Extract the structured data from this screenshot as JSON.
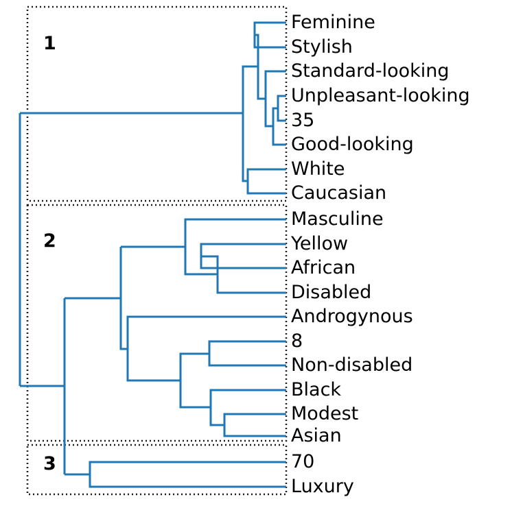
{
  "chart_data": {
    "type": "dendrogram",
    "title": "",
    "xlabel": "",
    "ylabel": "",
    "orientation": "horizontal-right-labels",
    "line_color": "#1f77b4",
    "box_color": "#1a1a1a",
    "leaf_labels": [
      "Feminine",
      "Stylish",
      "Standard-looking",
      "Unpleasant-looking",
      "35",
      "Good-looking",
      "White",
      "Caucasian",
      "Masculine",
      "Yellow",
      "African",
      "Disabled",
      "Androgynous",
      "8",
      "Non-disabled",
      "Black",
      "Modest",
      "Asian",
      "70",
      "Luxury"
    ],
    "clusters": [
      {
        "number": "1",
        "members": [
          "Feminine",
          "Stylish",
          "Standard-looking",
          "Unpleasant-looking",
          "35",
          "Good-looking",
          "White",
          "Caucasian"
        ]
      },
      {
        "number": "2",
        "members": [
          "Masculine",
          "Yellow",
          "African",
          "Disabled",
          "Androgynous",
          "8",
          "Non-disabled",
          "Black",
          "Modest",
          "Asian"
        ]
      },
      {
        "number": "3",
        "members": [
          "70",
          "Luxury"
        ]
      }
    ],
    "merges": [
      {
        "left": "Feminine",
        "right": "Stylish",
        "height": 0.1
      },
      {
        "left": "Unpleasant-looking",
        "right": "35",
        "height": 0.03
      },
      {
        "left": "merge-Unpleasant-35",
        "right": "Good-looking",
        "height": 0.06
      },
      {
        "left": "Standard-looking",
        "right": "merge-Unpleasant-35-Good",
        "height": 0.12
      },
      {
        "left": "merge-Feminine-Stylish",
        "right": "merge-Standard-group",
        "height": 0.16
      },
      {
        "left": "White",
        "right": "Caucasian",
        "height": 0.14
      },
      {
        "left": "merge-top-group",
        "right": "merge-White-Caucasian",
        "height": 0.2
      },
      {
        "left": "Yellow",
        "right": "African",
        "height": 0.14
      },
      {
        "left": "merge-Yellow-African",
        "right": "Disabled",
        "height": 0.18
      },
      {
        "left": "Masculine",
        "right": "merge-Yellow-African-Disabled",
        "height": 0.26
      },
      {
        "left": "8",
        "right": "Non-disabled",
        "height": 0.3
      },
      {
        "left": "Modest",
        "right": "Asian",
        "height": 0.13
      },
      {
        "left": "Black",
        "right": "merge-Modest-Asian",
        "height": 0.22
      },
      {
        "left": "merge-8-Nondisabled",
        "right": "merge-Black-Modest-Asian",
        "height": 0.36
      },
      {
        "left": "Androgynous",
        "right": "merge-lower-cluster2",
        "height": 0.42
      },
      {
        "left": "merge-Masculine-group",
        "right": "merge-Androgynous-group",
        "height": 0.5
      },
      {
        "left": "70",
        "right": "Luxury",
        "height": 0.4
      },
      {
        "left": "merge-cluster2",
        "right": "merge-cluster3",
        "height": 0.6
      },
      {
        "left": "merge-cluster1",
        "right": "merge-cluster2-3",
        "height": 0.78
      }
    ]
  },
  "labels": {
    "cluster_1": "1",
    "cluster_2": "2",
    "cluster_3": "3",
    "leaves": {
      "l0": "Feminine",
      "l1": "Stylish",
      "l2": "Standard-looking",
      "l3": "Unpleasant-looking",
      "l4": "35",
      "l5": "Good-looking",
      "l6": "White",
      "l7": "Caucasian",
      "l8": "Masculine",
      "l9": "Yellow",
      "l10": "African",
      "l11": "Disabled",
      "l12": "Androgynous",
      "l13": "8",
      "l14": "Non-disabled",
      "l15": "Black",
      "l16": "Modest",
      "l17": "Asian",
      "l18": "70",
      "l19": "Luxury"
    }
  }
}
